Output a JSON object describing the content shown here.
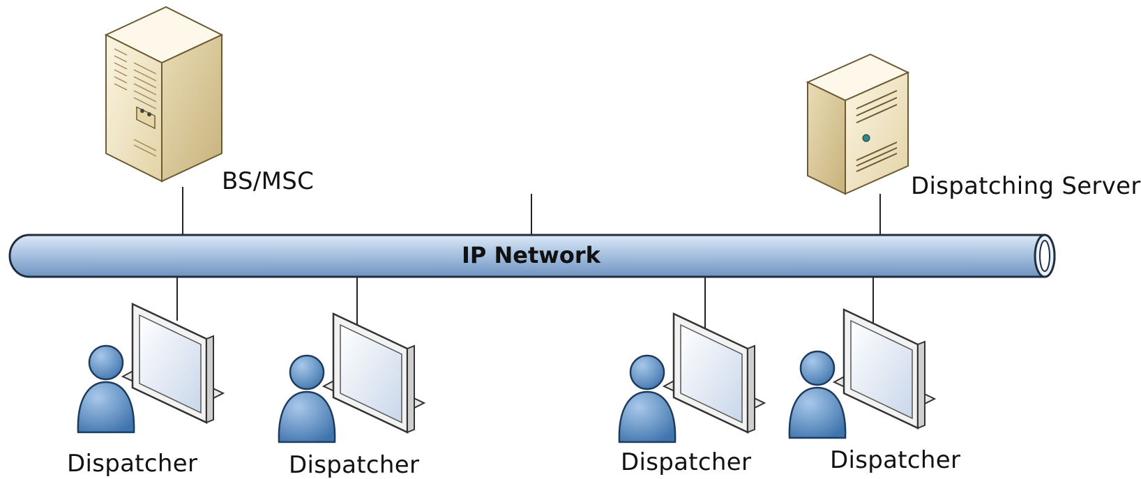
{
  "network": {
    "label": "IP Network"
  },
  "servers": {
    "bs_msc": {
      "label": "BS/MSC"
    },
    "dispatching_server": {
      "label": "Dispatching Server"
    }
  },
  "dispatchers": [
    {
      "label": "Dispatcher"
    },
    {
      "label": "Dispatcher"
    },
    {
      "label": "Dispatcher"
    },
    {
      "label": "Dispatcher"
    }
  ],
  "colors": {
    "pipe": "#a9c3e2",
    "pipe_outline": "#1f2d3d",
    "person": "#5b8fc4",
    "server": "#efe3bf",
    "monitor_screen": "#e8eef7"
  }
}
